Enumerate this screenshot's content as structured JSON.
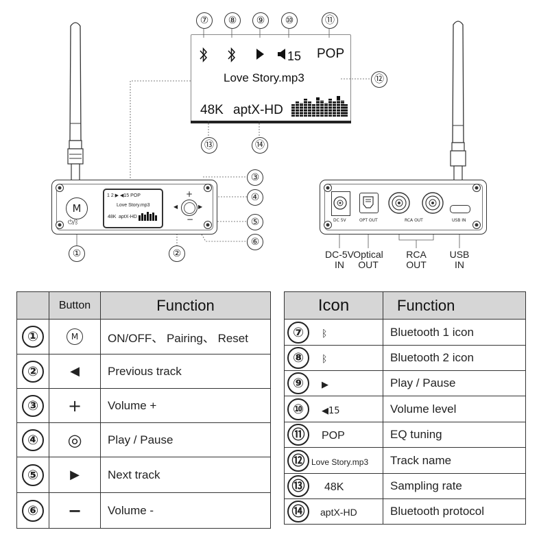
{
  "lcd": {
    "volume": "15",
    "eq": "POP",
    "track": "Love Story.mp3",
    "rate": "48K",
    "codec": "aptX-HD"
  },
  "mini_lcd": {
    "line1": "1  2 ▶ ◀15  POP",
    "track": "Love Story.mp3",
    "rate": "48K",
    "codec": "aptX-HD"
  },
  "front_callouts": [
    "①",
    "②",
    "③",
    "④",
    "⑤",
    "⑥"
  ],
  "lcd_callouts": [
    "⑦",
    "⑧",
    "⑨",
    "⑩",
    "⑪",
    "⑫",
    "⑬",
    "⑭"
  ],
  "device": {
    "m_button": "M",
    "power_label": "⏻/ᛒ"
  },
  "rear": {
    "dc_label": "DC 5V",
    "opt_label": "OPT OUT",
    "rca_label": "RCA OUT",
    "usb_label": "USB IN",
    "ports": [
      {
        "line1": "DC-5V",
        "line2": "IN"
      },
      {
        "line1": "Optical",
        "line2": "OUT"
      },
      {
        "line1": "RCA",
        "line2": "OUT"
      },
      {
        "line1": "USB",
        "line2": "IN"
      }
    ]
  },
  "table_buttons": {
    "headers": [
      "",
      "Button",
      "Function"
    ],
    "rows": [
      {
        "num": "①",
        "symbol": "M",
        "function": "ON/OFF、 Pairing、 Reset"
      },
      {
        "num": "②",
        "symbol": "◀",
        "function": "Previous track"
      },
      {
        "num": "③",
        "symbol": "+",
        "function": "Volume +"
      },
      {
        "num": "④",
        "symbol": "◎",
        "function": "Play / Pause"
      },
      {
        "num": "⑤",
        "symbol": "▶",
        "function": "Next track"
      },
      {
        "num": "⑥",
        "symbol": "−",
        "function": "Volume -"
      }
    ]
  },
  "table_icons": {
    "headers": [
      "Icon",
      "Function"
    ],
    "rows": [
      {
        "num": "⑦",
        "icon": "ᛒ",
        "function": "Bluetooth 1 icon"
      },
      {
        "num": "⑧",
        "icon": "ᛒ",
        "function": "Bluetooth 2 icon"
      },
      {
        "num": "⑨",
        "icon": "▶",
        "function": "Play / Pause"
      },
      {
        "num": "⑩",
        "icon": "◀15",
        "function": "Volume level"
      },
      {
        "num": "⑪",
        "icon": "POP",
        "function": "EQ tuning"
      },
      {
        "num": "⑫",
        "icon": "Love Story.mp3",
        "function": "Track name"
      },
      {
        "num": "⑬",
        "icon": "48K",
        "function": "Sampling rate"
      },
      {
        "num": "⑭",
        "icon": "aptX-HD",
        "function": "Bluetooth protocol"
      }
    ]
  }
}
